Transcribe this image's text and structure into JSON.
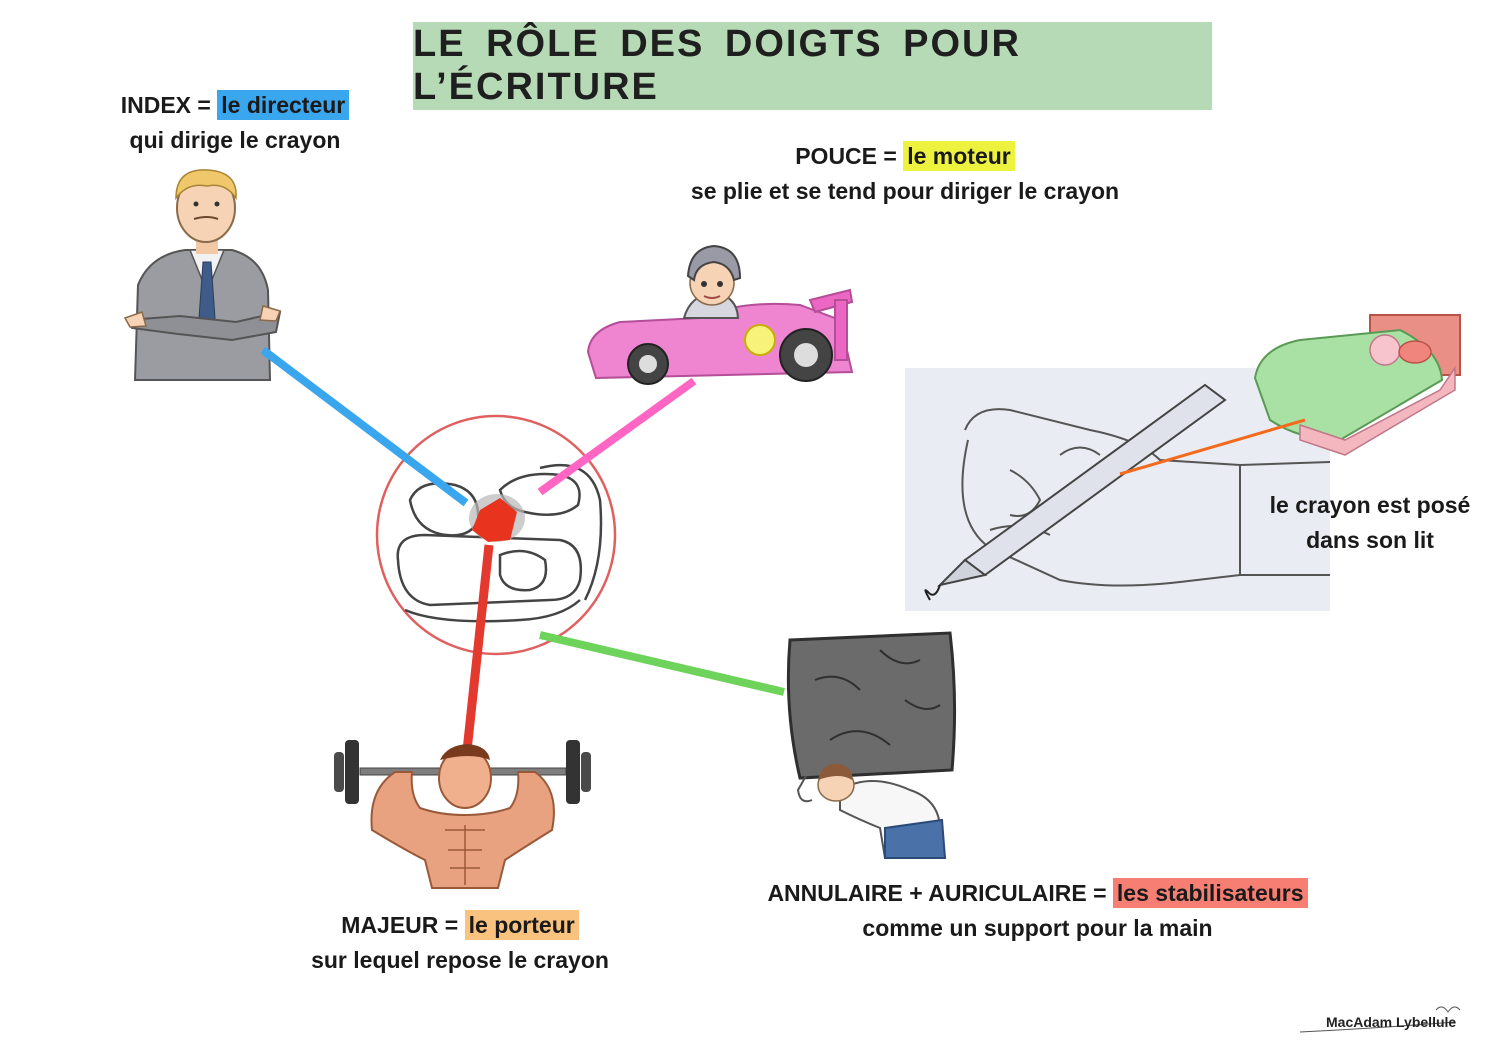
{
  "title": "LE RÔLE DES DOIGTS POUR L’ÉCRITURE",
  "index": {
    "prefix": "INDEX = ",
    "highlight": "le directeur",
    "line2": "qui dirige le crayon"
  },
  "pouce": {
    "prefix": "POUCE = ",
    "highlight": "le moteur",
    "line2": "se plie et se tend pour diriger le crayon"
  },
  "majeur": {
    "prefix": "MAJEUR = ",
    "highlight": "le porteur",
    "line2": "sur lequel repose le crayon"
  },
  "annulaire": {
    "prefix": "ANNULAIRE + AURICULAIRE = ",
    "highlight": "les stabilisateurs",
    "line2": "comme un support pour la main"
  },
  "crayon": {
    "line1": "le crayon est posé",
    "line2": "dans son lit"
  },
  "watermark": "MacAdam Lybellule",
  "colors": {
    "title_bg": "#b7dab6",
    "index": "#3aa6ee",
    "pouce": "#ff66c4",
    "majeur": "#e3392e",
    "annulaire": "#6ed35a",
    "crayon_line": "#f46a1c"
  },
  "icons": [
    "businessman-icon",
    "race-car-icon",
    "weightlifter-icon",
    "rock-carrier-icon",
    "bed-icon",
    "hand-closeup-icon",
    "hand-writing-icon"
  ]
}
